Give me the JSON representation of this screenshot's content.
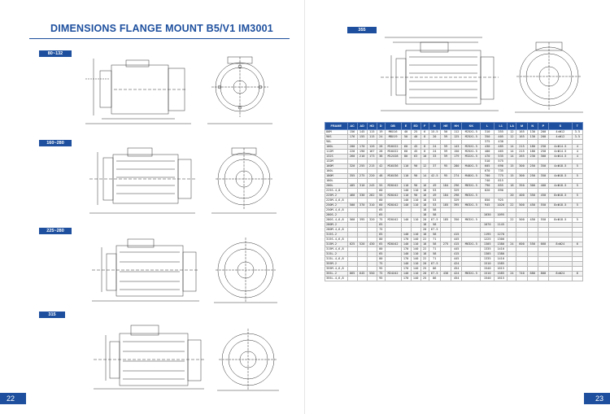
{
  "left_page": {
    "title": "DIMENSIONS  FLANGE MOUNT B5/V1 IM3001",
    "page_number": "22",
    "frame_tags": [
      "80~132",
      "160~280",
      "225~280",
      "315"
    ]
  },
  "right_page": {
    "frame_tag": "355",
    "page_number": "23"
  },
  "table": {
    "headers": [
      "FRAME",
      "AC",
      "AD",
      "HD",
      "D",
      "DB",
      "E",
      "ED",
      "F",
      "G",
      "HE",
      "HH",
      "KK",
      "L",
      "L1",
      "LA",
      "M",
      "N",
      "P",
      "S",
      "T"
    ],
    "rows": [
      [
        "80M",
        "156",
        "145",
        "115",
        "19",
        "M6X16",
        "40",
        "25",
        "6",
        "15.5",
        "50",
        "112",
        "M25X1.5",
        "310",
        "355",
        "12",
        "165",
        "130",
        "200",
        "4×Φ12",
        "3.5"
      ],
      [
        "90S",
        "176",
        "155",
        "115",
        "24",
        "M8X19",
        "50",
        "40",
        "8",
        "20",
        "59",
        "125",
        "M25X1.5",
        "350",
        "405",
        "12",
        "165",
        "130",
        "200",
        "4×Φ12",
        "3.5"
      ],
      [
        "90L",
        "",
        "",
        "",
        "",
        "",
        "",
        "",
        "",
        "",
        "",
        "",
        "",
        "375",
        "430",
        "",
        "",
        "",
        "",
        "",
        ""
      ],
      [
        "100L",
        "200",
        "170",
        "126",
        "28",
        "M10X22",
        "60",
        "45",
        "8",
        "24",
        "59",
        "143",
        "M25X1.5",
        "430",
        "485",
        "14",
        "215",
        "180",
        "250",
        "4×Φ14.5",
        "4"
      ],
      [
        "112M",
        "220",
        "190",
        "167",
        "28",
        "M10X22",
        "60",
        "45",
        "8",
        "24",
        "59",
        "150",
        "M25X1.5",
        "400",
        "465",
        "14",
        "215",
        "180",
        "250",
        "4×Φ14.5",
        "4"
      ],
      [
        "132S",
        "260",
        "210",
        "173",
        "38",
        "M12X28",
        "80",
        "63",
        "10",
        "33",
        "59",
        "179",
        "M32X1.5",
        "470",
        "535",
        "14",
        "265",
        "230",
        "300",
        "4×Φ14.5",
        "4"
      ],
      [
        "132M",
        "",
        "",
        "",
        "",
        "",
        "",
        "",
        "",
        "",
        "",
        "",
        "",
        "510",
        "575",
        "",
        "",
        "",
        "",
        "",
        ""
      ],
      [
        "160M",
        "320",
        "255",
        "215",
        "42",
        "M16X36",
        "110",
        "90",
        "12",
        "37",
        "95",
        "280",
        "M40X1.5",
        "605",
        "690",
        "15",
        "300",
        "250",
        "350",
        "4×Φ18.5",
        "5"
      ],
      [
        "160L",
        "",
        "",
        "",
        "",
        "",
        "",
        "",
        "",
        "",
        "",
        "",
        "",
        "670",
        "735",
        "",
        "",
        "",
        "",
        "",
        ""
      ],
      [
        "180M",
        "355",
        "275",
        "220",
        "48",
        "M16X36",
        "110",
        "90",
        "14",
        "42.5",
        "95",
        "274",
        "M40X1.5",
        "700",
        "775",
        "15",
        "300",
        "250",
        "350",
        "4×Φ18.5",
        "5"
      ],
      [
        "180L",
        "",
        "",
        "",
        "",
        "",
        "",
        "",
        "",
        "",
        "",
        "",
        "",
        "740",
        "815",
        "",
        "",
        "",
        "",
        "",
        ""
      ],
      [
        "200L",
        "405",
        "310",
        "245",
        "55",
        "M20X42",
        "110",
        "90",
        "16",
        "49",
        "184",
        "296",
        "M63X1.5",
        "790",
        "855",
        "18",
        "350",
        "300",
        "400",
        "4×Φ18.5",
        "5"
      ],
      [
        "225S-4,8",
        "",
        "",
        "",
        "60",
        "",
        "140",
        "110",
        "18",
        "53",
        "",
        "329",
        "",
        "820",
        "890",
        "",
        "",
        "",
        "",
        "",
        ""
      ],
      [
        "225M-2",
        "460",
        "330",
        "282",
        "55",
        "M20X42",
        "110",
        "90",
        "16",
        "49",
        "184",
        "298",
        "M63X1.5",
        "",
        "",
        "20",
        "400",
        "350",
        "450",
        "8×Φ18.5",
        "5"
      ],
      [
        "225M-4,6,8",
        "",
        "",
        "",
        "60",
        "",
        "140",
        "110",
        "18",
        "53",
        "",
        "329",
        "",
        "850",
        "925",
        "",
        "",
        "",
        "",
        "",
        ""
      ],
      [
        "250M-2",
        "500",
        "370",
        "310",
        "60",
        "M20X42",
        "140",
        "110",
        "18",
        "53",
        "185",
        "395",
        "M63X1.5",
        "945",
        "1020",
        "22",
        "500",
        "450",
        "550",
        "8×Φ18.5",
        "5"
      ],
      [
        "250M-4,6,8",
        "",
        "",
        "",
        "65",
        "",
        "",
        "",
        "18",
        "58",
        "",
        "",
        "",
        "",
        "",
        "",
        "",
        "",
        "",
        "",
        ""
      ],
      [
        "280S-2",
        "",
        "",
        "",
        "65",
        "",
        "",
        "",
        "18",
        "58",
        "",
        "",
        "",
        "1030",
        "1095",
        "",
        "",
        "",
        "",
        "",
        ""
      ],
      [
        "280S-4,6,8",
        "560",
        "395",
        "320",
        "75",
        "M20X42",
        "140",
        "110",
        "20",
        "67.5",
        "185",
        "350",
        "M63X1.5",
        "",
        "",
        "22",
        "500",
        "450",
        "550",
        "8×Φ18.5",
        "5"
      ],
      [
        "280M-2",
        "",
        "",
        "",
        "65",
        "",
        "",
        "",
        "18",
        "58",
        "",
        "",
        "",
        "1070",
        "1145",
        "",
        "",
        "",
        "",
        "",
        ""
      ],
      [
        "280M-4,6,8",
        "",
        "",
        "",
        "75",
        "",
        "",
        "",
        "20",
        "67.5",
        "",
        "",
        "",
        "",
        "",
        "",
        "",
        "",
        "",
        "",
        ""
      ],
      [
        "315S-2",
        "",
        "",
        "",
        "65",
        "",
        "140",
        "110",
        "18",
        "58",
        "",
        "415",
        "",
        "1195",
        "1270",
        "",
        "",
        "",
        "",
        "",
        ""
      ],
      [
        "315S-4,6,8",
        "",
        "",
        "",
        "80",
        "",
        "170",
        "140",
        "22",
        "71",
        "",
        "445",
        "",
        "1225",
        "1300",
        "",
        "",
        "",
        "",
        "",
        ""
      ],
      [
        "315M-2",
        "625",
        "520",
        "430",
        "65",
        "M20X42",
        "140",
        "110",
        "18",
        "58",
        "275",
        "415",
        "M63X1.5",
        "1305",
        "1380",
        "24",
        "600",
        "550",
        "660",
        "8×Φ24",
        "6"
      ],
      [
        "315M-4,6,8",
        "",
        "",
        "",
        "80",
        "",
        "170",
        "140",
        "22",
        "71",
        "",
        "445",
        "",
        "1335",
        "1410",
        "",
        "",
        "",
        "",
        "",
        ""
      ],
      [
        "315L-2",
        "",
        "",
        "",
        "65",
        "",
        "140",
        "110",
        "18",
        "58",
        "",
        "415",
        "",
        "1305",
        "1380",
        "",
        "",
        "",
        "",
        "",
        ""
      ],
      [
        "315L-4,6,8",
        "",
        "",
        "",
        "80",
        "",
        "170",
        "140",
        "22",
        "71",
        "",
        "445",
        "",
        "1335",
        "1410",
        "",
        "",
        "",
        "",
        "",
        ""
      ],
      [
        "355M-2",
        "",
        "",
        "",
        "75",
        "",
        "140",
        "110",
        "20",
        "67.5",
        "",
        "424",
        "",
        "1510",
        "1585",
        "",
        "",
        "",
        "",
        "",
        ""
      ],
      [
        "355M-4,6,8",
        "",
        "",
        "",
        "95",
        "",
        "170",
        "140",
        "25",
        "86",
        "",
        "454",
        "",
        "1540",
        "1615",
        "",
        "",
        "",
        "",
        "",
        ""
      ],
      [
        "355L-2",
        "665",
        "645",
        "550",
        "75",
        "M24X42",
        "140",
        "110",
        "20",
        "67.5",
        "436",
        "424",
        "M63X1.5",
        "1510",
        "1585",
        "24",
        "740",
        "680",
        "800",
        "8×Φ24",
        "6"
      ],
      [
        "355L-4,6,8",
        "",
        "",
        "",
        "95",
        "",
        "170",
        "140",
        "25",
        "86",
        "",
        "454",
        "",
        "1540",
        "1615",
        "",
        "",
        "",
        "",
        "",
        ""
      ]
    ]
  },
  "colors": {
    "brand": "#1d4f9e",
    "line": "#333333"
  }
}
